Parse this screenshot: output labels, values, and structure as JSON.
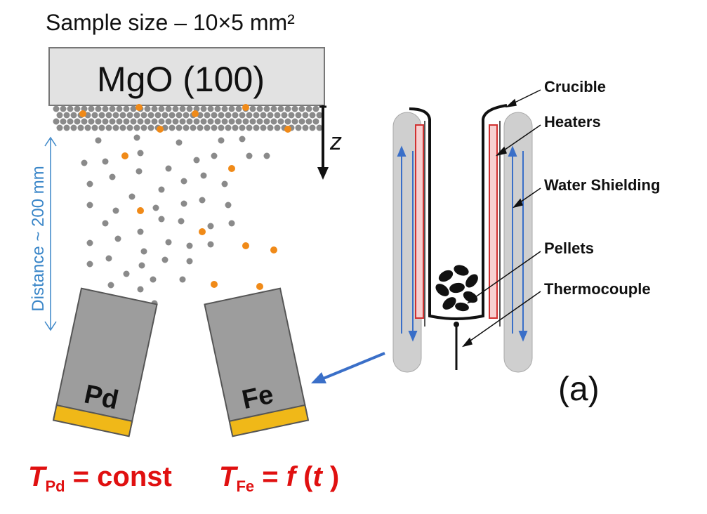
{
  "header": {
    "sample_size": "Sample size – 10×5 mm²"
  },
  "substrate": {
    "label": "MgO (100)"
  },
  "axis": {
    "z": "z",
    "distance": "Distance ~ 200 mm"
  },
  "sources": {
    "pd": "Pd",
    "fe": "Fe"
  },
  "formulas": {
    "pd": {
      "T": "T",
      "sub": "Pd",
      "rest": " = const"
    },
    "fe": {
      "T": "T",
      "sub": "Fe",
      "eq": " = ",
      "f": "f",
      "open": " (",
      "t": "t",
      "close": " )"
    }
  },
  "cell_labels": {
    "crucible": "Crucible",
    "heaters": "Heaters",
    "water": "Water Shielding",
    "pellets": "Pellets",
    "thermocouple": "Thermocouple"
  },
  "panel": "(a)",
  "colors": {
    "atom_gray": "#8a8a8a",
    "atom_orange": "#f08a18",
    "source_body": "#9d9d9d",
    "source_cap": "#f0b818",
    "formula_red": "#e01010",
    "blue": "#3a6fc8",
    "heater_red": "#d03030"
  }
}
